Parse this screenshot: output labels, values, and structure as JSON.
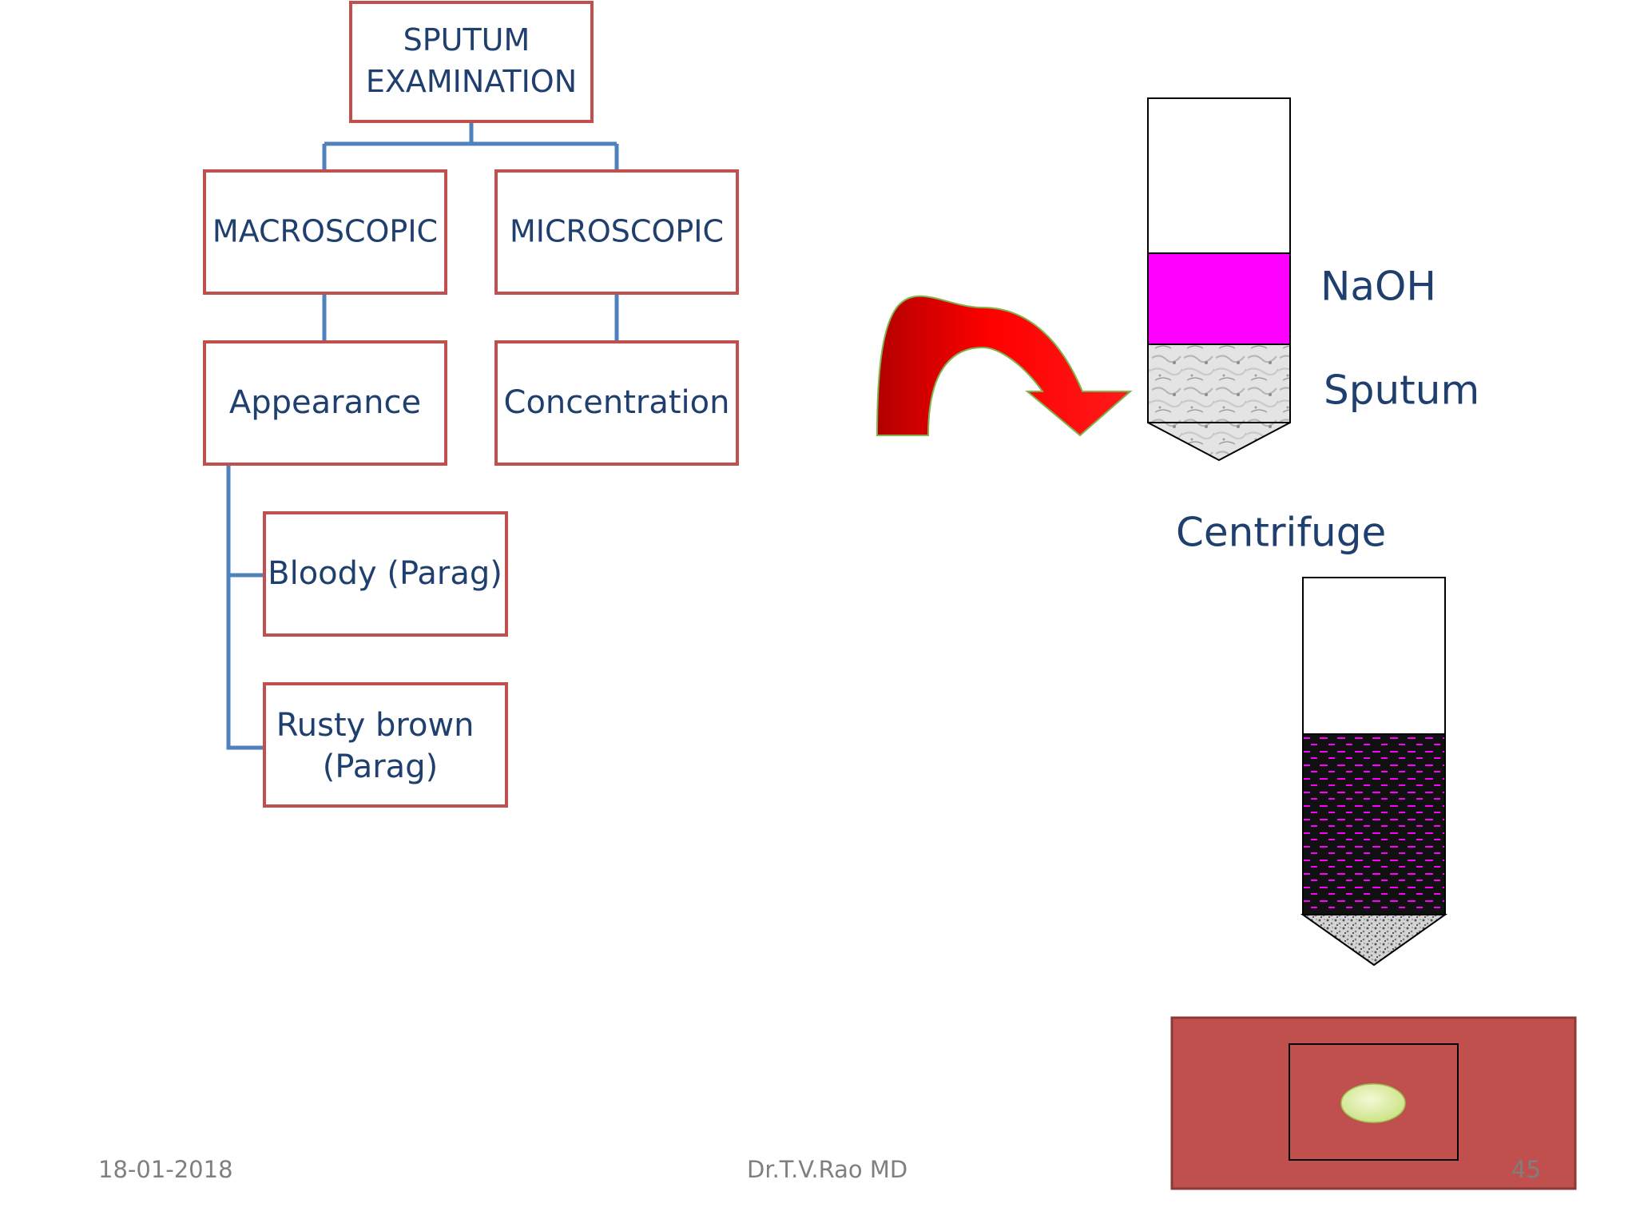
{
  "tree": {
    "root": {
      "line1": "SPUTUM",
      "line2": "EXAMINATION"
    },
    "macroscopic": "MACROSCOPIC",
    "microscopic": "MICROSCOPIC",
    "appearance": "Appearance",
    "concentration": "Concentration",
    "bloody": "Bloody (Parag)",
    "rusty": {
      "line1": "Rusty brown",
      "line2": "(Parag)"
    }
  },
  "procedure": {
    "naoh": "NaOH",
    "sputum": "Sputum",
    "centrifuge": "Centrifuge"
  },
  "footer": {
    "date": "18-01-2018",
    "author": "Dr.T.V.Rao MD",
    "page_number": "45"
  },
  "colors": {
    "box_border": "#c0504d",
    "connector": "#4f81bd",
    "text": "#1f3f6e",
    "naoh_fill": "#ff00ff",
    "arrow_fill": "#ff0000",
    "slide_fill": "#c0504d",
    "smear_fill": "#d7ec9b"
  }
}
